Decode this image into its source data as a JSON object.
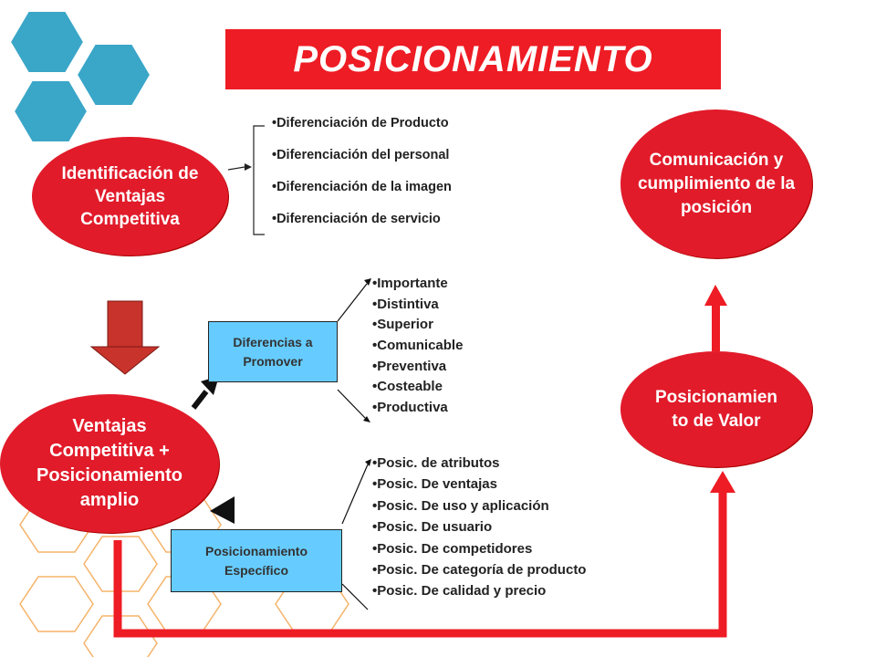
{
  "title": "POSICIONAMIENTO",
  "colors": {
    "accent_red": "#ee1c24",
    "ellipse_red": "#e11b2a",
    "box_blue": "#66ccff",
    "hexagon_blue": "#3aa6c8",
    "outline_orange": "#f5b36a",
    "down_arrow_red": "#c8332b"
  },
  "nodes": {
    "identificacion": "Identificación de Ventajas Competitiva",
    "ventajas": "Ventajas Competitiva + Posicionamiento amplio",
    "comunicacion": "Comunicación y cumplimiento de la  posición",
    "valor": "Posicionamien to de Valor",
    "diferencias": "Diferencias a Promover",
    "especifico": "Posicionamiento Específico"
  },
  "lists": {
    "diferenciacion": [
      "•Diferenciación de Producto",
      "•Diferenciación del personal",
      "•Diferenciación de la imagen",
      "•Diferenciación de servicio"
    ],
    "criterios": [
      "•Importante",
      "•Distintiva",
      "•Superior",
      "•Comunicable",
      "•Preventiva",
      "•Costeable",
      "•Productiva"
    ],
    "posicionamientos": [
      "•Posic. de atributos",
      "•Posic. De ventajas",
      "•Posic. De uso y aplicación",
      "•Posic. De usuario",
      "•Posic. De competidores",
      "•Posic. De categoría de producto",
      "•Posic. De calidad y precio"
    ]
  },
  "decoration": {
    "top_left": "blue-hexagon-cluster",
    "bottom_left": "orange-hexagon-outlines"
  }
}
